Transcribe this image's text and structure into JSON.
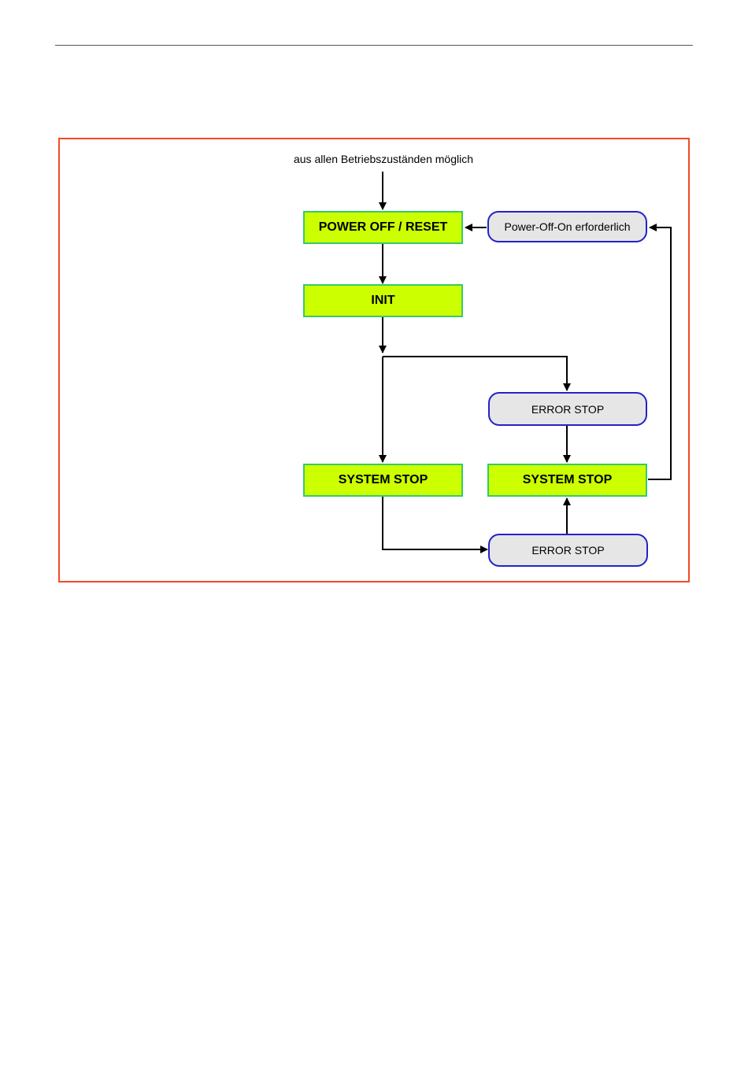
{
  "diagram": {
    "top_label": "aus allen Betriebszuständen möglich",
    "states": {
      "power_off_reset": "POWER OFF / RESET",
      "init": "INIT",
      "system_stop_left": "SYSTEM STOP",
      "system_stop_right": "SYSTEM STOP"
    },
    "events": {
      "power_off_on": "Power-Off-On erforderlich",
      "error_stop_upper": "ERROR STOP",
      "error_stop_lower": "ERROR STOP"
    },
    "colors": {
      "frame_border": "#f04a26",
      "state_fill": "#ccff00",
      "state_border": "#33cc66",
      "event_fill": "#e6e6e6",
      "event_border": "#2222cc"
    }
  }
}
